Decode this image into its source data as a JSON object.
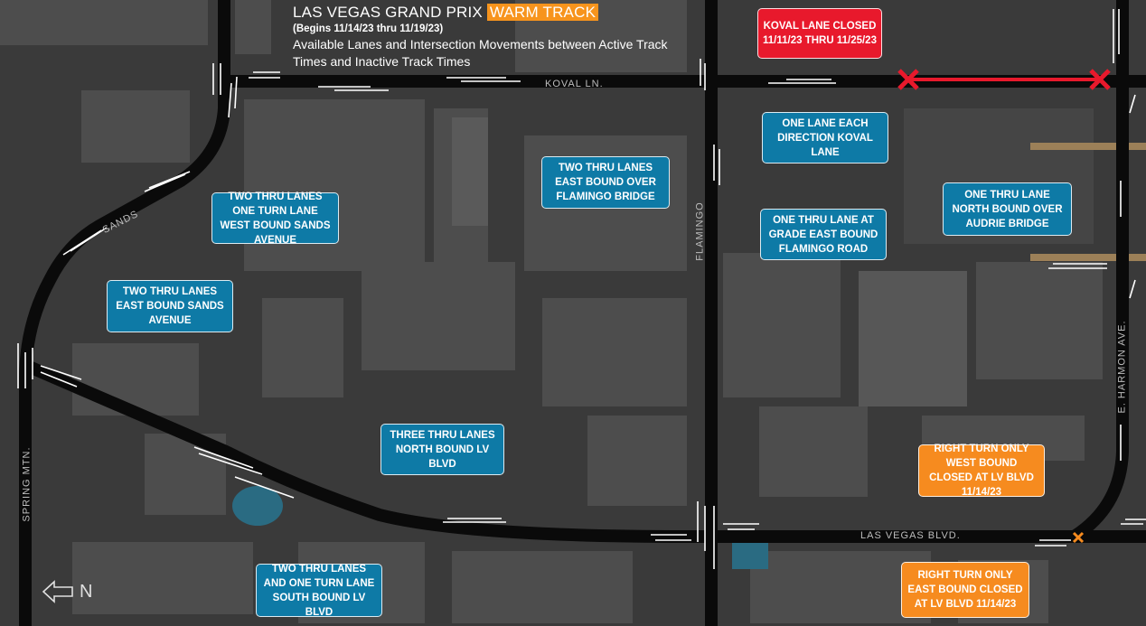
{
  "title": {
    "main": "LAS VEGAS GRAND PRIX",
    "highlight": "WARM TRACK",
    "dates": "(Begins 11/14/23 thru 11/19/23)",
    "subtitle": "Available Lanes and Intersection Movements between Active Track Times and Inactive Track Times"
  },
  "streets": {
    "koval": "KOVAL LN.",
    "sands": "SANDS",
    "flamingo": "FLAMINGO",
    "harmon": "E. HARMON AVE.",
    "spring_mtn": "SPRING MTN.",
    "lv_blvd": "LAS VEGAS BLVD."
  },
  "callouts": {
    "koval_closed": "KOVAL LANE CLOSED 11/11/23 THRU 11/25/23",
    "koval_one_lane": "ONE LANE EACH DIRECTION KOVAL LANE",
    "flamingo_bridge": "TWO THRU LANES EAST BOUND OVER FLAMINGO BRIDGE",
    "flamingo_grade": "ONE THRU LANE AT GRADE EAST BOUND FLAMINGO ROAD",
    "audrie_bridge": "ONE THRU LANE NORTH BOUND OVER AUDRIE BRIDGE",
    "sands_west": "TWO THRU LANES ONE TURN LANE WEST BOUND SANDS AVENUE",
    "sands_east": "TWO THRU LANES EAST BOUND SANDS AVENUE",
    "lv_north": "THREE THRU LANES NORTH BOUND LV BLVD",
    "lv_south": "TWO THRU LANES AND ONE TURN LANE SOUTH BOUND LV BLVD",
    "rt_west": "RIGHT TURN ONLY WEST BOUND CLOSED AT LV BLVD 11/14/23",
    "rt_east": "RIGHT TURN ONLY EAST BOUND CLOSED AT LV BLVD 11/14/23"
  },
  "compass": {
    "label": "N"
  },
  "colors": {
    "callout_blue": "#0e7aa6",
    "closed_red": "#e8192c",
    "warning_orange": "#f68b1f",
    "bridge_tan": "#9c8058",
    "road_black": "#0a0a0a"
  }
}
